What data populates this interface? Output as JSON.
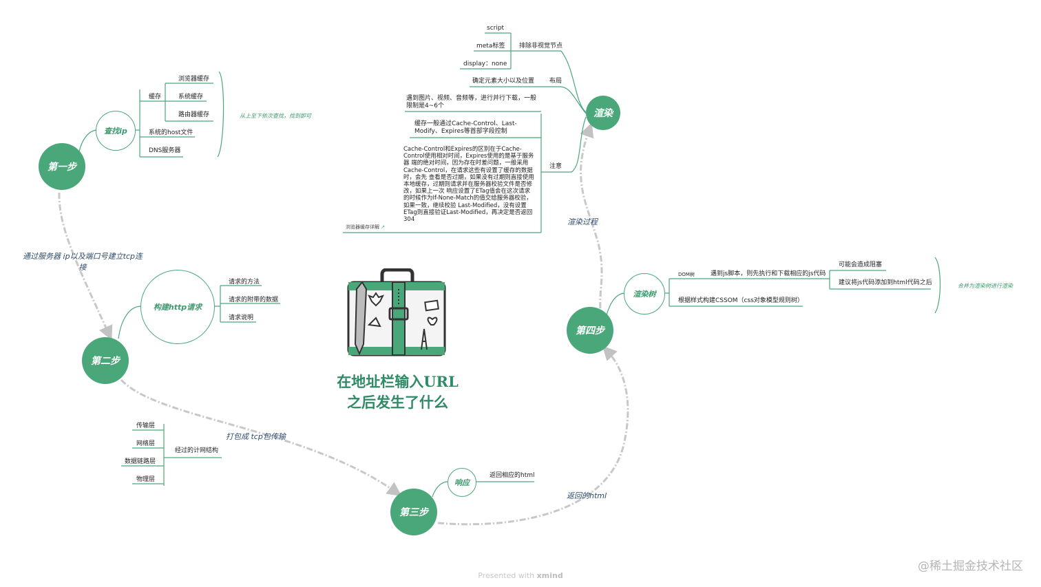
{
  "title": [
    "在地址栏输入URL",
    "之后发生了什么"
  ],
  "steps": {
    "s1": "第一步",
    "s2": "第二步",
    "s3": "第三步",
    "s4": "第四步",
    "render": "渲染"
  },
  "subtopics": {
    "find_ip": "查找ip",
    "build_http": "构建http请求",
    "response": "响应",
    "render_tree": "渲染树"
  },
  "edges": {
    "s1_s2": [
      "通过服务器 ip以及端口号建立tcp连",
      "接"
    ],
    "s2_s3": "打包成 tcp包传输",
    "s3_s4": "返回的html",
    "s4_render": "渲染过程"
  },
  "find_ip": {
    "cache": "缓存",
    "cache_items": [
      "浏览器缓存",
      "系统缓存",
      "路由器缓存"
    ],
    "host": "系统的host文件",
    "dns": "DNS服务器",
    "note": "从上至下依次查找，找到即可"
  },
  "build_http": {
    "items": [
      "请求的方法",
      "请求的附带的数据",
      "请求说明"
    ]
  },
  "step2_network": {
    "label": "经过的计网结构",
    "layers": [
      "传输层",
      "网络层",
      "数据链路层",
      "物理层"
    ]
  },
  "response": {
    "item": "返回相应的html"
  },
  "render_tree": {
    "dom": "DOM树",
    "js_script": "遇到js脚本，则先执行和下载相应的js代码",
    "js_items": [
      "可能会造成阻塞",
      "建议将js代码添加到html代码之后"
    ],
    "cssom": "根据样式构建CSSOM（css对象模型规则树）",
    "note": "合并为渲染树进行渲染"
  },
  "render": {
    "exclude_label": "排除非视觉节点",
    "exclude_items": [
      "script",
      "meta标签",
      "display：none"
    ],
    "layout_label": "布局",
    "layout_item": "确定元素大小以及位置",
    "notes_label": "注意",
    "note1": "遇到图片、视频、音频等，进行并行下载，一般限制是4~6个",
    "note2": "缓存一般通过Cache-Control、Last-Modify、Expires等首部字段控制",
    "note3": "Cache-Control和Expires的区别在于Cache-Control使用相对时间，Expires使用的是基于服务器 端的绝对时间，因为存在时差问题，一般采用Cache-Control，在请求这些有设置了缓存的数据时，会先 查看是否过期，如果没有过期则直接使用本地缓存，过期则请求并在服务器校验文件是否修改，如果上一次 响应设置了ETag值会在这次请求的时候作为If-None-Match的值交给服务器校验，如果一致，继续校验 Last-Modified，没有设置ETag则直接验证Last-Modified，再决定是否返回304",
    "link": "浏览器缓存详解"
  },
  "footer": {
    "prefix": "Presented with ",
    "brand": "xmind"
  },
  "watermark": "@稀土掘金技术社区",
  "colors": {
    "green": "#4aa77a",
    "edge_gray": "#bdbdbd",
    "label_blue": "#2d4b6b"
  }
}
